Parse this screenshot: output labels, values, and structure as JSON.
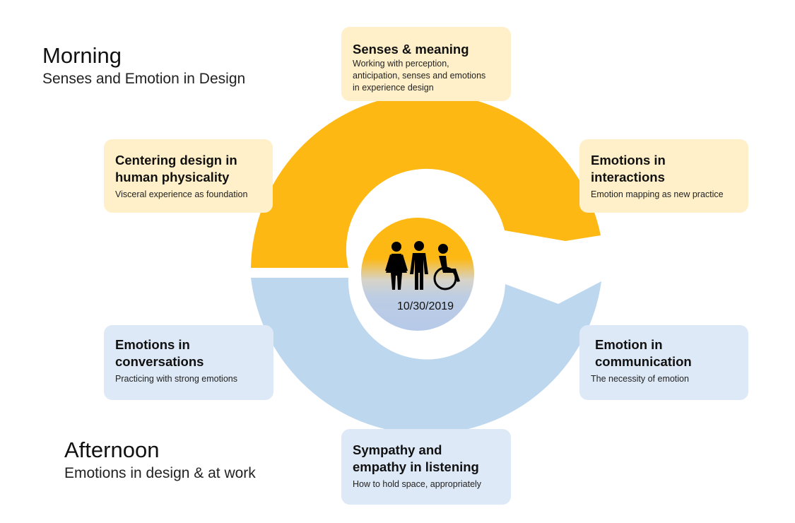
{
  "colors": {
    "morning_accent": "#FDB813",
    "afternoon_accent": "#BDD7EE",
    "morning_box": "#FFF0C9",
    "afternoon_box": "#DDE9F6"
  },
  "morning": {
    "title": "Morning",
    "subtitle": "Senses and Emotion in Design"
  },
  "afternoon": {
    "title": "Afternoon",
    "subtitle": "Emotions in design & at work"
  },
  "center": {
    "date": "10/30/2019",
    "icon": "people-accessibility-icon"
  },
  "topics": {
    "senses": {
      "title": "Senses & meaning",
      "description": "Working with perception,\nanticipation, senses and emotions\nin experience design"
    },
    "centering": {
      "title": "Centering design in\nhuman physicality",
      "description": "Visceral experience as foundation"
    },
    "interactions": {
      "title": "Emotions in\ninteractions",
      "description": "Emotion mapping as new practice"
    },
    "conversations": {
      "title": "Emotions in\nconversations",
      "description": "Practicing with strong emotions"
    },
    "communication": {
      "title": "Emotion in\ncommunication",
      "description": "The necessity of emotion"
    },
    "listening": {
      "title": "Sympathy and\nempathy in listening",
      "description": "How to hold space, appropriately"
    }
  }
}
